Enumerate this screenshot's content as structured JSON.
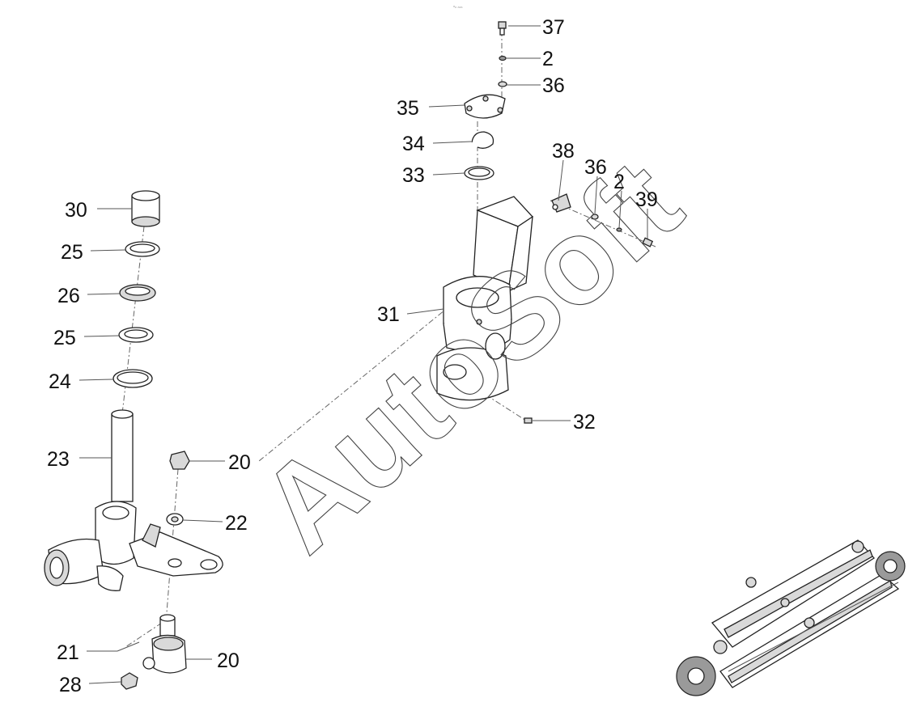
{
  "watermark": "AutoSoft",
  "header_mark": "⁸ₙ ₙₙₙ",
  "callouts": [
    {
      "id": "c37",
      "text": "37"
    },
    {
      "id": "c2a",
      "text": "2"
    },
    {
      "id": "c36a",
      "text": "36"
    },
    {
      "id": "c35",
      "text": "35"
    },
    {
      "id": "c34",
      "text": "34"
    },
    {
      "id": "c33",
      "text": "33"
    },
    {
      "id": "c38",
      "text": "38"
    },
    {
      "id": "c36b",
      "text": "36"
    },
    {
      "id": "c2b",
      "text": "2"
    },
    {
      "id": "c39",
      "text": "39"
    },
    {
      "id": "c31",
      "text": "31"
    },
    {
      "id": "c32",
      "text": "32"
    },
    {
      "id": "c30",
      "text": "30"
    },
    {
      "id": "c25a",
      "text": "25"
    },
    {
      "id": "c26",
      "text": "26"
    },
    {
      "id": "c25b",
      "text": "25"
    },
    {
      "id": "c24",
      "text": "24"
    },
    {
      "id": "c23",
      "text": "23"
    },
    {
      "id": "c20a",
      "text": "20"
    },
    {
      "id": "c22",
      "text": "22"
    },
    {
      "id": "c21",
      "text": "21"
    },
    {
      "id": "c20b",
      "text": "20"
    },
    {
      "id": "c28",
      "text": "28"
    }
  ]
}
